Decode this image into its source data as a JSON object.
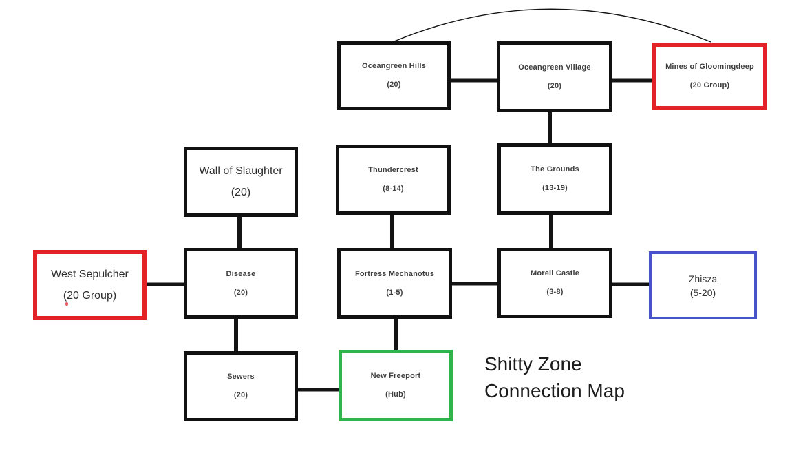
{
  "title": {
    "line1": "Shitty Zone",
    "line2": "Connection Map"
  },
  "colors": {
    "box_default_border": "#111111",
    "box_red_border": "#e32227",
    "box_green_border": "#2fb44c",
    "box_blue_border": "#4753c9",
    "connector": "#141414",
    "label_text": "#3f3e3e",
    "title_text": "#1c1c1c",
    "background": "#ffffff"
  },
  "zones": [
    {
      "id": "oceangreen-hills",
      "name": "Oceangreen Hills",
      "level": "(20)",
      "type": "black"
    },
    {
      "id": "oceangreen-village",
      "name": "Oceangreen Village",
      "level": "(20)",
      "type": "black"
    },
    {
      "id": "mines-of-gloomingdeep",
      "name": "Mines of Gloomingdeep",
      "level": "(20 Group)",
      "type": "red"
    },
    {
      "id": "wall-of-slaughter",
      "name": "Wall of Slaughter",
      "level": "(20)",
      "type": "black-large"
    },
    {
      "id": "thundercrest",
      "name": "Thundercrest",
      "level": "(8-14)",
      "type": "black"
    },
    {
      "id": "the-grounds",
      "name": "The Grounds",
      "level": "(13-19)",
      "type": "black"
    },
    {
      "id": "west-sepulcher",
      "name": "West Sepulcher",
      "level": "(20 Group)",
      "type": "red-large"
    },
    {
      "id": "disease",
      "name": "Disease",
      "level": "(20)",
      "type": "black"
    },
    {
      "id": "fortress-mechanotus",
      "name": "Fortress Mechanotus",
      "level": "(1-5)",
      "type": "black"
    },
    {
      "id": "morell-castle",
      "name": "Morell Castle",
      "level": "(3-8)",
      "type": "black"
    },
    {
      "id": "zhisza",
      "name": "Zhisza",
      "level": "(5-20)",
      "type": "blue"
    },
    {
      "id": "sewers",
      "name": "Sewers",
      "level": "(20)",
      "type": "black"
    },
    {
      "id": "new-freeport",
      "name": "New Freeport",
      "level": "(Hub)",
      "type": "green"
    }
  ],
  "connections": [
    {
      "from": "oceangreen-hills",
      "to": "oceangreen-village",
      "style": "straight"
    },
    {
      "from": "oceangreen-village",
      "to": "mines-of-gloomingdeep",
      "style": "straight"
    },
    {
      "from": "oceangreen-hills",
      "to": "mines-of-gloomingdeep",
      "style": "curved-top-arc"
    },
    {
      "from": "oceangreen-village",
      "to": "the-grounds",
      "style": "straight"
    },
    {
      "from": "wall-of-slaughter",
      "to": "disease",
      "style": "straight"
    },
    {
      "from": "thundercrest",
      "to": "fortress-mechanotus",
      "style": "straight"
    },
    {
      "from": "the-grounds",
      "to": "morell-castle",
      "style": "straight"
    },
    {
      "from": "west-sepulcher",
      "to": "disease",
      "style": "straight"
    },
    {
      "from": "fortress-mechanotus",
      "to": "morell-castle",
      "style": "straight"
    },
    {
      "from": "morell-castle",
      "to": "zhisza",
      "style": "straight"
    },
    {
      "from": "disease",
      "to": "sewers",
      "style": "straight"
    },
    {
      "from": "fortress-mechanotus",
      "to": "new-freeport",
      "style": "straight"
    },
    {
      "from": "sewers",
      "to": "new-freeport",
      "style": "straight"
    }
  ]
}
